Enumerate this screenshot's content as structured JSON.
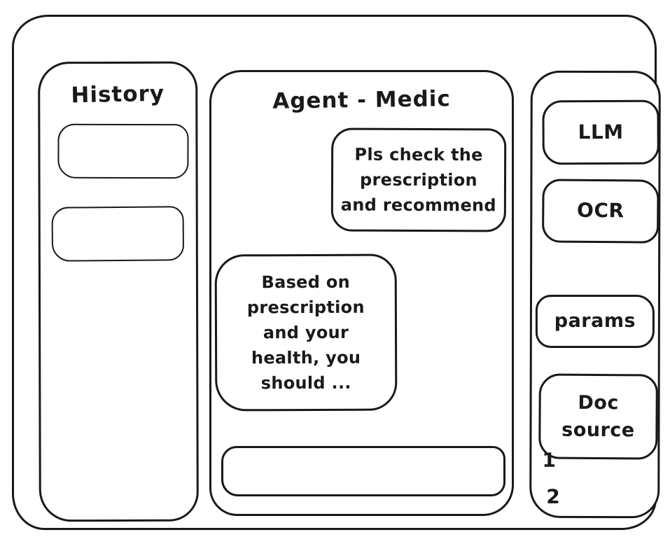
{
  "window": {
    "background": "#ffffff",
    "stroke_color": "#191919"
  },
  "history_panel": {
    "title": "History",
    "items": [
      {
        "label": ""
      },
      {
        "label": ""
      }
    ]
  },
  "chat_panel": {
    "title": "Agent - Medic",
    "messages": [
      {
        "role": "user",
        "text": "Pls check the\nprescription\nand recommend"
      },
      {
        "role": "assistant",
        "text": "Based on\nprescription\nand your\nhealth, you\nshould ..."
      }
    ],
    "input": {
      "value": "",
      "placeholder": ""
    }
  },
  "tools_panel": {
    "buttons": [
      {
        "id": "llm",
        "label": "LLM"
      },
      {
        "id": "ocr",
        "label": "OCR"
      },
      {
        "id": "params",
        "label": "params"
      },
      {
        "id": "doc-source",
        "label": "Doc\nsource"
      }
    ],
    "source_items": [
      "1",
      "2"
    ]
  }
}
